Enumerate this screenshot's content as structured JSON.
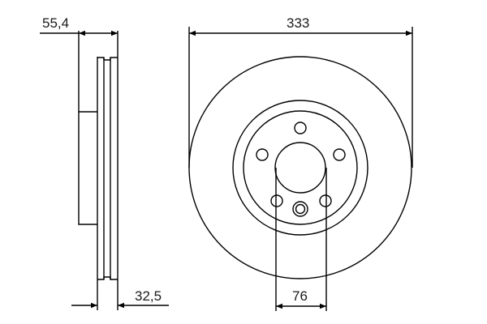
{
  "drawing": {
    "type": "brake-disc-technical-drawing",
    "line_color": "#000000",
    "background": "#ffffff"
  },
  "dimensions": {
    "overall_height": {
      "label": "55,4",
      "unit": "mm"
    },
    "disc_thickness": {
      "label": "32,5",
      "unit": "mm"
    },
    "outer_diameter": {
      "label": "333",
      "unit": "mm"
    },
    "center_bore": {
      "label": "76",
      "unit": "mm"
    }
  },
  "front_view": {
    "bolt_holes": 5,
    "features": [
      "outer-disc",
      "hat-outer-ring",
      "hat-inner-ring",
      "center-bore",
      "bolt-holes",
      "locating-hole"
    ]
  },
  "side_view": {
    "features": [
      "hat-section",
      "friction-ring",
      "vent-channel"
    ]
  }
}
